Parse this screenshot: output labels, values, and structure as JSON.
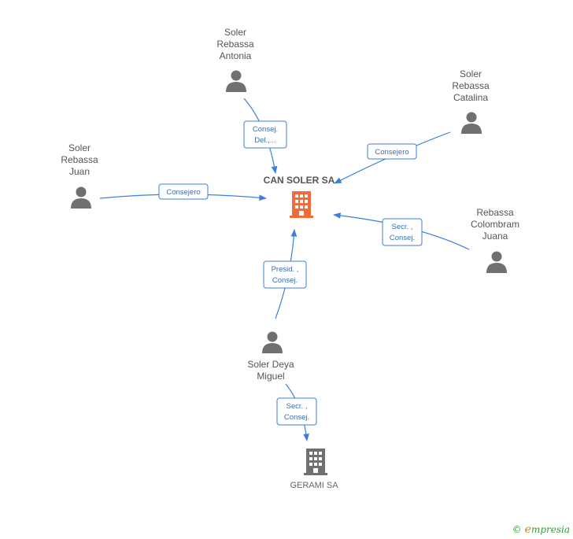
{
  "people": [
    {
      "id": "antonia",
      "lines": [
        "Soler",
        "Rebassa",
        "Antonia"
      ]
    },
    {
      "id": "catalina",
      "lines": [
        "Soler",
        "Rebassa",
        "Catalina"
      ]
    },
    {
      "id": "juan",
      "lines": [
        "Soler",
        "Rebassa",
        "Juan"
      ]
    },
    {
      "id": "juana",
      "lines": [
        "Rebassa",
        "Colombram",
        "Juana"
      ]
    },
    {
      "id": "miguel",
      "lines": [
        "Soler Deya",
        "Miguel"
      ]
    }
  ],
  "companies": [
    {
      "id": "main",
      "name": "CAN SOLER SA",
      "color": "#f26b3a"
    },
    {
      "id": "gerami",
      "name": "GERAMI SA",
      "color": "#707070"
    }
  ],
  "roles": [
    {
      "id": "antonia",
      "lines": [
        "Consej.",
        "Del.,..."
      ]
    },
    {
      "id": "catalina",
      "lines": [
        "Consejero"
      ]
    },
    {
      "id": "juan",
      "lines": [
        "Consejero"
      ]
    },
    {
      "id": "juana",
      "lines": [
        "Secr. ,",
        "Consej."
      ]
    },
    {
      "id": "miguel",
      "lines": [
        "Presid. ,",
        "Consej."
      ]
    },
    {
      "id": "gerami",
      "lines": [
        "Secr. ,",
        "Consej."
      ]
    }
  ],
  "watermark": {
    "copyright": "©",
    "brand_initial": "e",
    "brand_rest": "mpresia"
  }
}
